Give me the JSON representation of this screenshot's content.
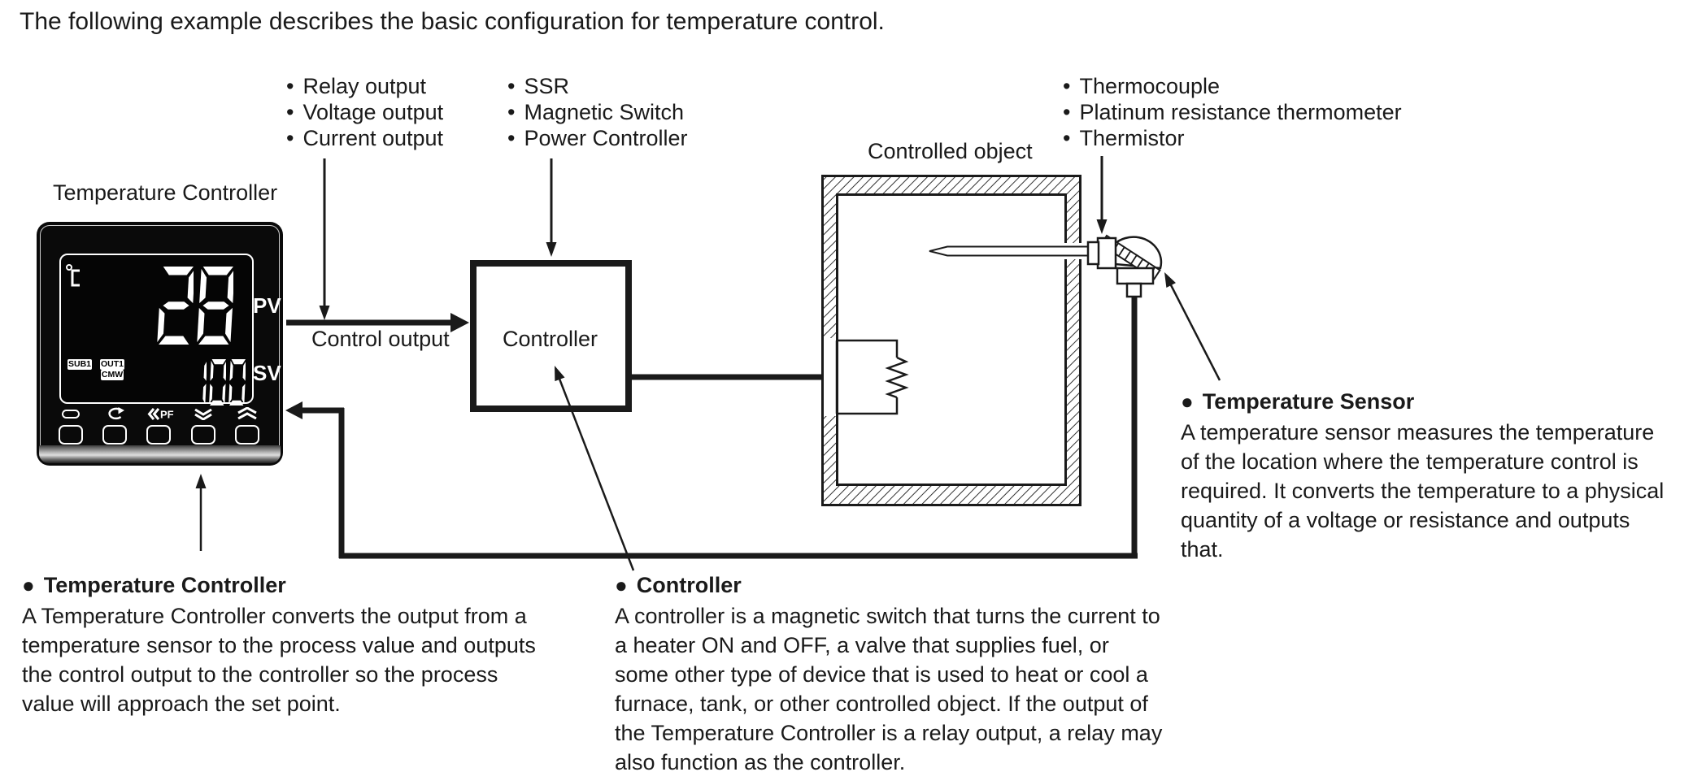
{
  "title": "The following example describes the basic configuration for temperature control.",
  "icons": {
    "list_bullet": "•",
    "section_bullet": "●"
  },
  "lists": {
    "control_outputs": {
      "items": [
        "Relay output",
        "Voltage output",
        "Current output"
      ]
    },
    "controller_types": {
      "items": [
        "SSR",
        "Magnetic Switch",
        "Power Controller"
      ]
    },
    "sensor_types": {
      "items": [
        "Thermocouple",
        "Platinum resistance thermometer",
        "Thermistor"
      ]
    }
  },
  "diagram": {
    "temperature_controller_label": "Temperature Controller",
    "controlled_object_label": "Controlled object",
    "control_output_label": "Control output",
    "controller_box_label": "Controller"
  },
  "device": {
    "unit": "°C",
    "pv_value": "28",
    "pv_label": "PV",
    "sv_value": "100",
    "sv_label": "SV",
    "indicators": [
      "SUB1",
      "OUT1",
      "CMW"
    ],
    "pf_key_label": "PF"
  },
  "sections": {
    "temperature_controller": {
      "heading": "Temperature Controller",
      "body_lines": [
        "A Temperature Controller converts the output from a",
        "temperature sensor to the process value and outputs",
        "the control output to the controller so the process",
        "value will approach the set point."
      ]
    },
    "controller": {
      "heading": "Controller",
      "body_lines": [
        "A controller is a magnetic switch that turns the current to",
        "a heater ON and OFF, a valve that supplies fuel, or",
        "some other type of device that is used to heat or cool a",
        "furnace, tank, or other controlled object. If the output of",
        "the Temperature Controller is a relay output, a relay may",
        "also function as the controller."
      ]
    },
    "temperature_sensor": {
      "heading": "Temperature Sensor",
      "body_lines": [
        "A temperature sensor measures the temperature",
        "of the location where the temperature control is",
        "required. It converts the temperature to a physical",
        "quantity of a voltage or resistance and outputs",
        "that."
      ]
    }
  },
  "colors": {
    "ink": "#1a1a1a",
    "device_body": "#0a0a0a",
    "display_text": "#ffffff"
  }
}
